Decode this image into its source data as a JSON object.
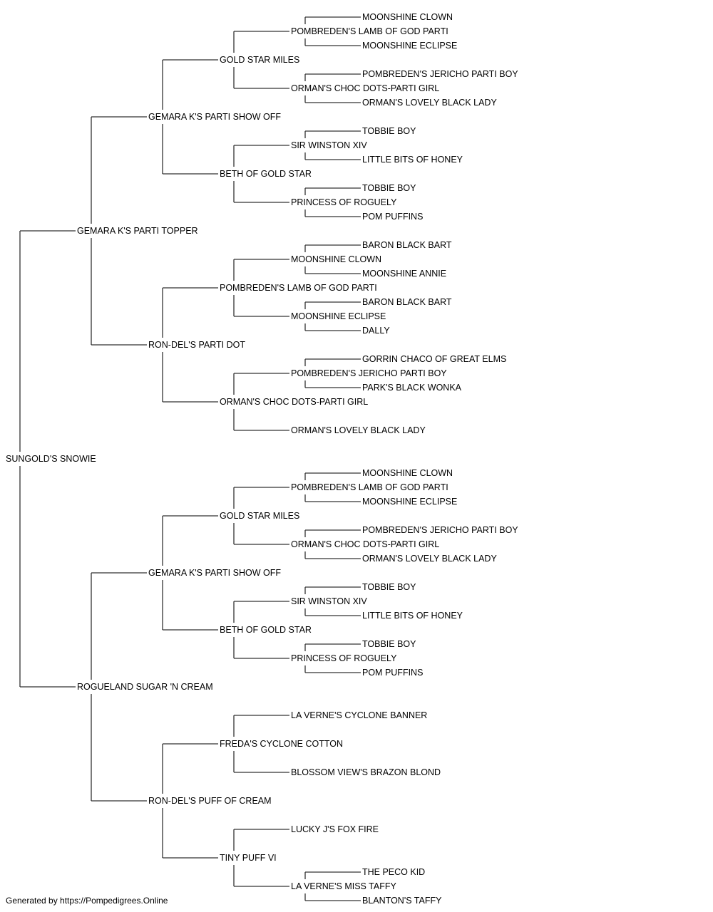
{
  "pedigree": {
    "name": "SUNGOLD'S SNOWIE",
    "sire": {
      "name": "GEMARA K'S PARTI TOPPER",
      "sire": {
        "name": "GEMARA K'S PARTI SHOW OFF",
        "sire": {
          "name": "GOLD STAR MILES",
          "sire": {
            "name": "POMBREDEN'S LAMB OF GOD PARTI",
            "sire": {
              "name": "MOONSHINE CLOWN"
            },
            "dam": {
              "name": "MOONSHINE ECLIPSE"
            }
          },
          "dam": {
            "name": "ORMAN'S CHOC DOTS-PARTI GIRL",
            "sire": {
              "name": "POMBREDEN'S JERICHO PARTI BOY"
            },
            "dam": {
              "name": "ORMAN'S LOVELY BLACK LADY"
            }
          }
        },
        "dam": {
          "name": "BETH OF GOLD STAR",
          "sire": {
            "name": "SIR WINSTON XIV",
            "sire": {
              "name": "TOBBIE BOY"
            },
            "dam": {
              "name": "LITTLE BITS OF HONEY"
            }
          },
          "dam": {
            "name": "PRINCESS OF ROGUELY",
            "sire": {
              "name": "TOBBIE BOY"
            },
            "dam": {
              "name": "POM PUFFINS"
            }
          }
        }
      },
      "dam": {
        "name": "RON-DEL'S PARTI DOT",
        "sire": {
          "name": "POMBREDEN'S LAMB OF GOD PARTI",
          "sire": {
            "name": "MOONSHINE CLOWN",
            "sire": {
              "name": "BARON BLACK BART"
            },
            "dam": {
              "name": "MOONSHINE ANNIE"
            }
          },
          "dam": {
            "name": "MOONSHINE ECLIPSE",
            "sire": {
              "name": "BARON BLACK BART"
            },
            "dam": {
              "name": "DALLY"
            }
          }
        },
        "dam": {
          "name": "ORMAN'S CHOC DOTS-PARTI GIRL",
          "sire": {
            "name": "POMBREDEN'S JERICHO PARTI BOY",
            "sire": {
              "name": "GORRIN CHACO OF GREAT ELMS"
            },
            "dam": {
              "name": "PARK'S BLACK WONKA"
            }
          },
          "dam": {
            "name": "ORMAN'S LOVELY BLACK LADY"
          }
        }
      }
    },
    "dam": {
      "name": "ROGUELAND SUGAR 'N CREAM",
      "sire": {
        "name": "GEMARA K'S PARTI SHOW OFF",
        "sire": {
          "name": "GOLD STAR MILES",
          "sire": {
            "name": "POMBREDEN'S LAMB OF GOD PARTI",
            "sire": {
              "name": "MOONSHINE CLOWN"
            },
            "dam": {
              "name": "MOONSHINE ECLIPSE"
            }
          },
          "dam": {
            "name": "ORMAN'S CHOC DOTS-PARTI GIRL",
            "sire": {
              "name": "POMBREDEN'S JERICHO PARTI BOY"
            },
            "dam": {
              "name": "ORMAN'S LOVELY BLACK LADY"
            }
          }
        },
        "dam": {
          "name": "BETH OF GOLD STAR",
          "sire": {
            "name": "SIR WINSTON XIV",
            "sire": {
              "name": "TOBBIE BOY"
            },
            "dam": {
              "name": "LITTLE BITS OF HONEY"
            }
          },
          "dam": {
            "name": "PRINCESS OF ROGUELY",
            "sire": {
              "name": "TOBBIE BOY"
            },
            "dam": {
              "name": "POM PUFFINS"
            }
          }
        }
      },
      "dam": {
        "name": "RON-DEL'S PUFF OF CREAM",
        "sire": {
          "name": "FREDA'S CYCLONE COTTON",
          "sire": {
            "name": "LA VERNE'S CYCLONE BANNER"
          },
          "dam": {
            "name": "BLOSSOM VIEW'S BRAZON BLOND"
          }
        },
        "dam": {
          "name": "TINY PUFF VI",
          "sire": {
            "name": "LUCKY J'S FOX FIRE"
          },
          "dam": {
            "name": "LA VERNE'S MISS TAFFY",
            "sire": {
              "name": "THE PECO KID"
            },
            "dam": {
              "name": "BLANTON'S TAFFY"
            }
          }
        }
      }
    }
  },
  "footer": "Generated by https://Pompedigrees.Online"
}
